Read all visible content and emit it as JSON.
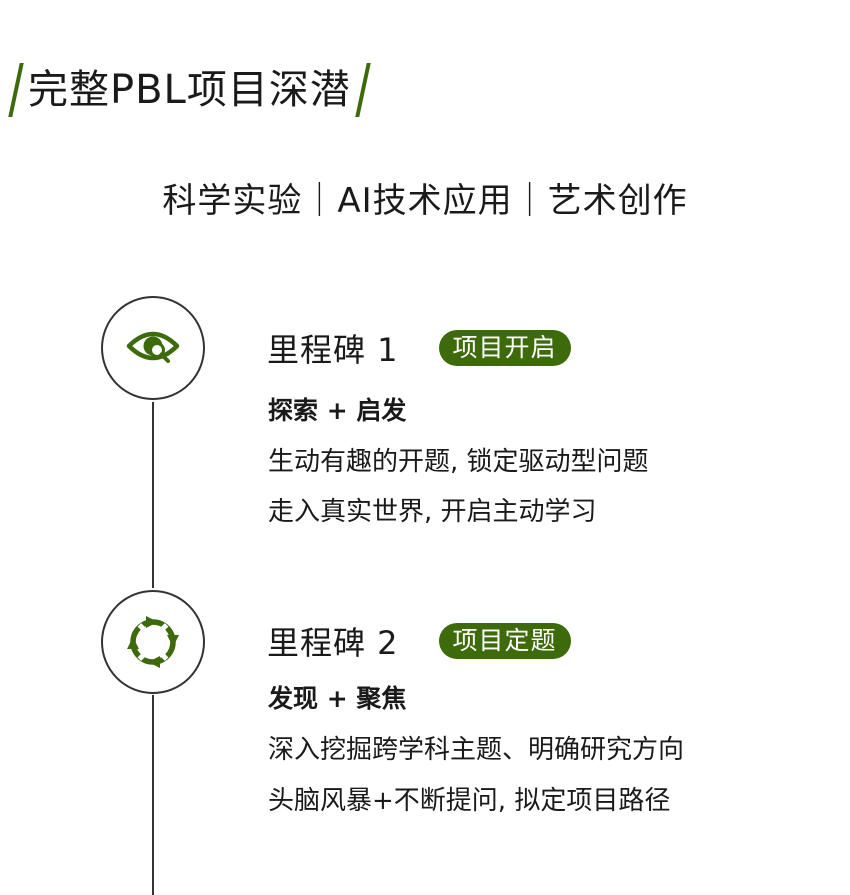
{
  "header": {
    "title": "完整PBL项目深潜",
    "subtitle": "科学实验｜AI技术应用｜艺术创作"
  },
  "colors": {
    "accent": "#3d6a0a",
    "text": "#1a1a1a",
    "line": "#333333"
  },
  "milestones": [
    {
      "title": "里程碑 1",
      "badge": "项目开启",
      "phase": "探索 + 启发",
      "lines": [
        "生动有趣的开题, 锁定驱动型问题",
        "走入真实世界, 开启主动学习"
      ],
      "icon": "eye-search-icon"
    },
    {
      "title": "里程碑 2",
      "badge": "项目定题",
      "phase": "发现 + 聚焦",
      "lines": [
        "深入挖掘跨学科主题、明确研究方向",
        "头脑风暴+不断提问, 拟定项目路径"
      ],
      "icon": "cycle-arrows-icon"
    }
  ]
}
